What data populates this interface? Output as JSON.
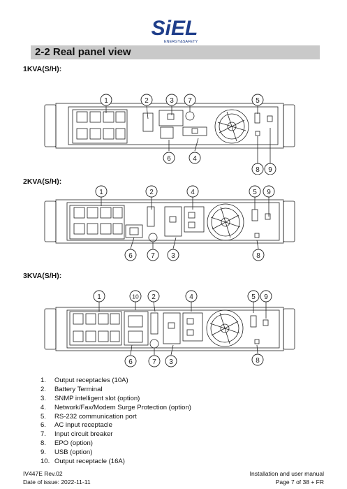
{
  "logo": {
    "name": "SiEL",
    "tagline": "ENERGY&SAFETY"
  },
  "section": {
    "number": "2-2",
    "title": "Real panel view"
  },
  "models": [
    {
      "label": "1KVA(S/H):",
      "callouts": [
        "1",
        "2",
        "3",
        "7",
        "5",
        "6",
        "4",
        "8",
        "9"
      ]
    },
    {
      "label": "2KVA(S/H):",
      "callouts": [
        "1",
        "2",
        "4",
        "5",
        "9",
        "6",
        "7",
        "3",
        "8"
      ]
    },
    {
      "label": "3KVA(S/H):",
      "callouts": [
        "1",
        "10",
        "2",
        "4",
        "5",
        "9",
        "6",
        "7",
        "3",
        "8"
      ]
    }
  ],
  "legend": [
    {
      "num": "1.",
      "text": "Output receptacles (10A)"
    },
    {
      "num": "2.",
      "text": "Battery Terminal"
    },
    {
      "num": "3.",
      "text": "SNMP intelligent slot (option)"
    },
    {
      "num": "4.",
      "text": "Network/Fax/Modem Surge Protection (option)"
    },
    {
      "num": "5.",
      "text": "RS-232 communication port"
    },
    {
      "num": "6.",
      "text": "AC input receptacle"
    },
    {
      "num": "7.",
      "text": "Input circuit breaker"
    },
    {
      "num": "8.",
      "text": "EPO (option)"
    },
    {
      "num": "9.",
      "text": "USB (option)"
    },
    {
      "num": "10.",
      "text": "Output receptacle (16A)"
    }
  ],
  "footer": {
    "doc_code": "IV447E Rev.02",
    "issue_date": "Date of issue: 2022-11-11",
    "manual_title": "Installation and user manual",
    "page": "Page 7 of 38 + FR"
  }
}
